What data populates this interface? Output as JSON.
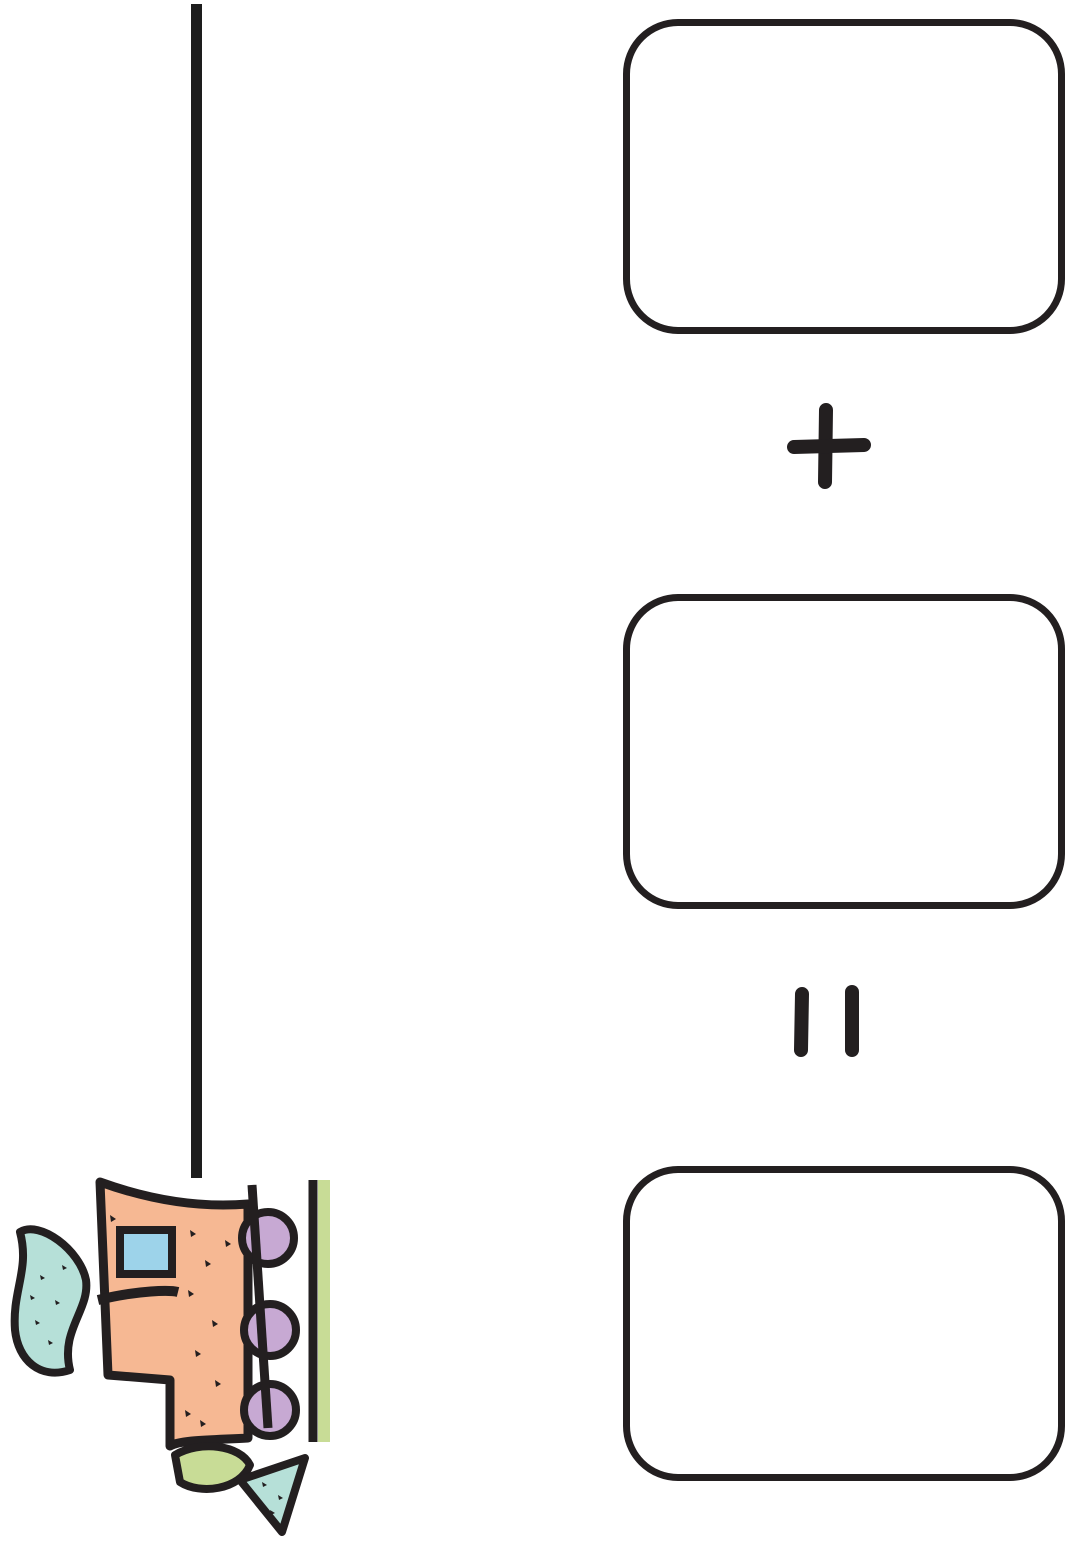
{
  "worksheet": {
    "operators": {
      "plus": "+",
      "equals": "="
    },
    "boxes": [
      {
        "name": "addend-box-1",
        "value": ""
      },
      {
        "name": "addend-box-2",
        "value": ""
      },
      {
        "name": "sum-box",
        "value": ""
      }
    ]
  },
  "decoration": {
    "icon": "music-notes-clipart-icon"
  },
  "colors": {
    "ink": "#231f20",
    "peach": "#f6b893",
    "teal": "#b6e0d8",
    "purple": "#c7a9d3",
    "green": "#c8dc96",
    "blue": "#6aa9d9"
  }
}
